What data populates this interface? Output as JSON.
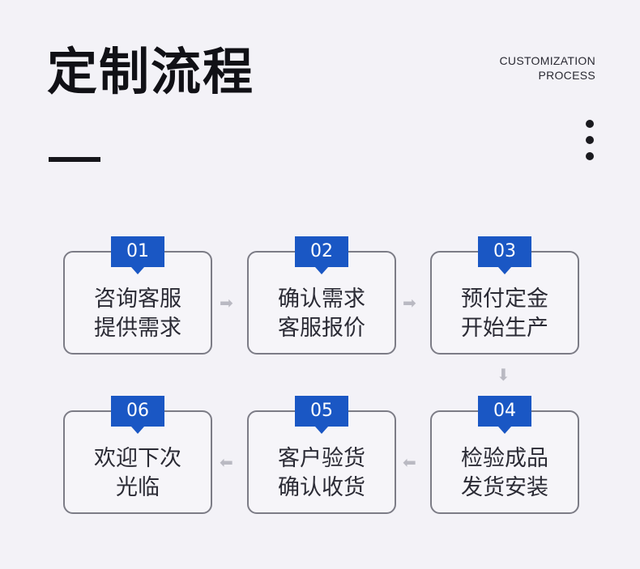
{
  "header": {
    "title": "定制流程",
    "subtitle_line1": "CUSTOMIZATION",
    "subtitle_line2": "PROCESS"
  },
  "colors": {
    "badge": "#1a57c4",
    "border": "#7c7c86",
    "arrow": "#b9b9c2",
    "background": "#f3f2f7"
  },
  "steps": [
    {
      "num": "01",
      "line1": "咨询客服",
      "line2": "提供需求"
    },
    {
      "num": "02",
      "line1": "确认需求",
      "line2": "客服报价"
    },
    {
      "num": "03",
      "line1": "预付定金",
      "line2": "开始生产"
    },
    {
      "num": "04",
      "line1": "检验成品",
      "line2": "发货安装"
    },
    {
      "num": "05",
      "line1": "客户验货",
      "line2": "确认收货"
    },
    {
      "num": "06",
      "line1": "欢迎下次",
      "line2": "光临"
    }
  ],
  "arrows": {
    "right": "➡",
    "down": "⬇",
    "left": "⬅"
  }
}
